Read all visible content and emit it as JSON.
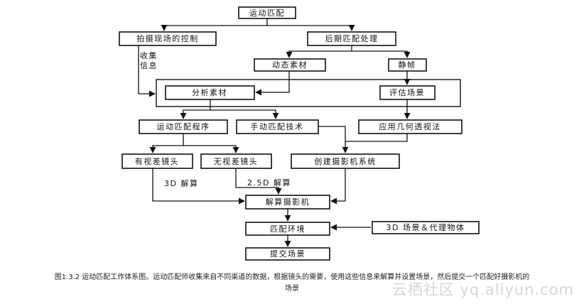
{
  "diagram": {
    "nodes": {
      "root": "运动匹配",
      "capture": "拍摄现场的控制",
      "post": "后期匹配处理",
      "dynamic": "动态素材",
      "still": "静帧",
      "analyze": "分析素材",
      "evaluate": "评估场景",
      "program": "运动匹配程序",
      "manual": "手动匹配技术",
      "geometry": "应用几何透视法",
      "parallax": "有视差镜头",
      "noparallax": "无视差镜头",
      "create_cam": "创建摄影机系统",
      "solve_cam": "解算摄影机",
      "env": "匹配环境",
      "proxy": "3D 场景＆代理物体",
      "submit": "提交场景"
    },
    "labels": {
      "collect_1": "收集",
      "collect_2": "信息",
      "solve3d": "3D 解算",
      "solve25d": "2.5D 解算"
    }
  },
  "caption": {
    "line1": "图1.3.2   运动匹配工作体系图。运动匹配师收集来自不同渠道的数据，根据镜头的需要，使用这些信息来解算并设置场景，然后提交一个匹配好摄影机的",
    "line2": "场景"
  },
  "watermark": "云栖社区 yq.aliyun.com"
}
